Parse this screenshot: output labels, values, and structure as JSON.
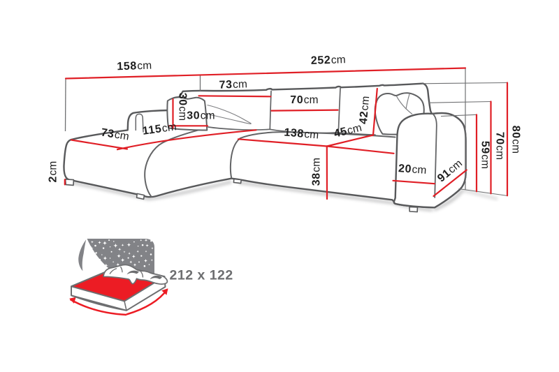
{
  "diagram_type": "sofa-dimensions",
  "unit": "cm",
  "colors": {
    "dimension_red": "#e01f26",
    "outline_gray": "#58595b",
    "guide_gray": "#6f7072",
    "label_black": "#1e1e1e",
    "icon_gray": "#828387",
    "icon_text_gray": "#6d6e70",
    "mattress_red": "#ec1c24",
    "background": "#ffffff"
  },
  "dimensions": {
    "chaise_total_length": {
      "value": "158",
      "unit": "cm"
    },
    "total_width": {
      "value": "252",
      "unit": "cm"
    },
    "back_cushion_left": {
      "value": "73",
      "unit": "cm"
    },
    "back_cushion_middle": {
      "value": "70",
      "unit": "cm"
    },
    "pillow_height": {
      "value": "30",
      "unit": "cm"
    },
    "pillow_width": {
      "value": "30",
      "unit": "cm"
    },
    "chaise_width": {
      "value": "73",
      "unit": "cm"
    },
    "chaise_length": {
      "value": "115",
      "unit": "cm"
    },
    "seat_width": {
      "value": "138",
      "unit": "cm"
    },
    "seat_depth": {
      "value": "45",
      "unit": "cm"
    },
    "back_cushion_height": {
      "value": "42",
      "unit": "cm"
    },
    "seat_height": {
      "value": "38",
      "unit": "cm"
    },
    "armrest_width": {
      "value": "20",
      "unit": "cm"
    },
    "side_depth": {
      "value": "91",
      "unit": "cm"
    },
    "armrest_inner_height": {
      "value": "59",
      "unit": "cm"
    },
    "armrest_height": {
      "value": "70",
      "unit": "cm"
    },
    "total_height": {
      "value": "80",
      "unit": "cm"
    },
    "leg_height": {
      "value": "2",
      "unit": "cm"
    }
  },
  "sleeping_area": {
    "label": "212 x 122",
    "width_cm": "212",
    "length_cm": "122"
  }
}
